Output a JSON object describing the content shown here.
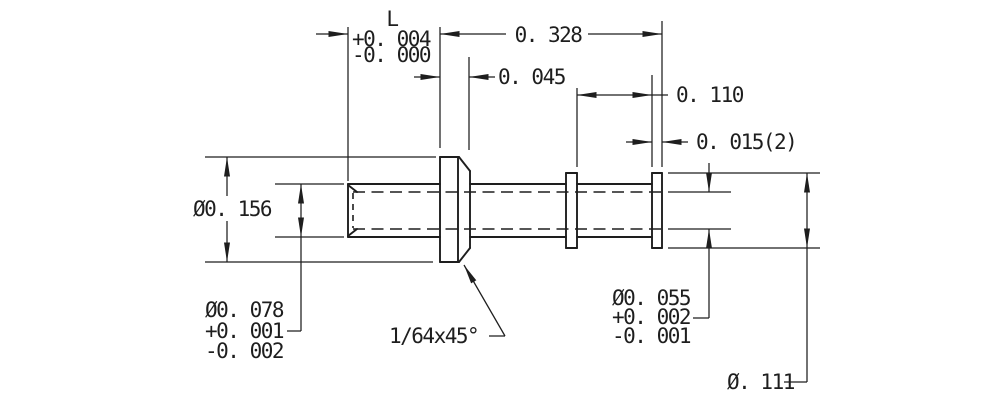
{
  "drawing": {
    "description": "Engineering dimension drawing of a stepped tubular pin with flange and two ribs",
    "colors": {
      "line": "#1e1e1e",
      "background": "#ffffff"
    }
  },
  "dims": {
    "pin_length": {
      "label": "L",
      "plus": "+0. 004",
      "minus": "-0. 000"
    },
    "body_length": "0. 328",
    "flange_width": "0. 045",
    "rib_spacing": "0. 110",
    "rib_width": "0. 015(2)",
    "flange_diameter": "Ø0. 156",
    "pin_diameter": {
      "value": "Ø0. 078",
      "plus": "+0. 001",
      "minus": "-0. 002"
    },
    "chamfer_note": "1/64x45°",
    "bore_diameter": {
      "value": "Ø0. 055",
      "plus": "+0. 002",
      "minus": "-0. 001"
    },
    "rib_diameter": "Ø. 111"
  }
}
